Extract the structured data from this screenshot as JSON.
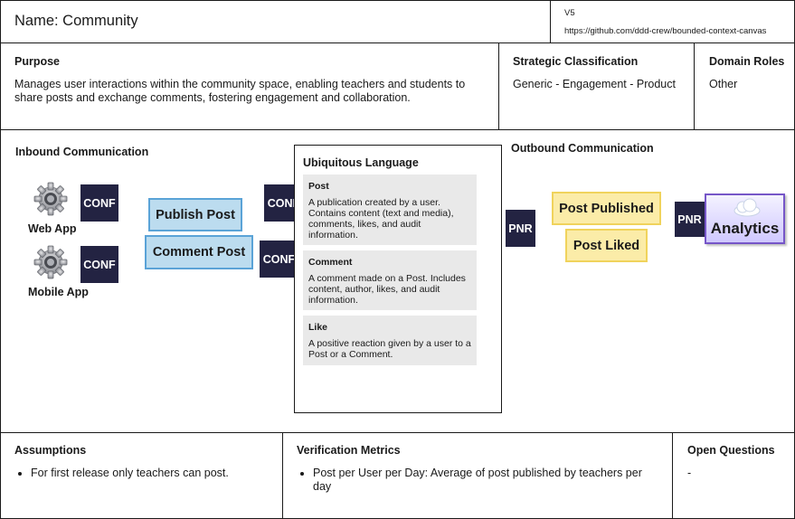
{
  "header": {
    "name": "Name: Community",
    "version": "V5",
    "url": "https://github.com/ddd-crew/bounded-context-canvas"
  },
  "purpose": {
    "title": "Purpose",
    "text": "Manages user interactions within the community space, enabling teachers and students to share posts and exchange comments, fostering engagement and collaboration."
  },
  "strategic": {
    "title": "Strategic Classification",
    "text": "Generic - Engagement - Product"
  },
  "domain_roles": {
    "title": "Domain Roles",
    "text": "Other"
  },
  "inbound": {
    "title": "Inbound Communication",
    "collaborators": [
      {
        "label": "Web App",
        "icon": "gear-icon",
        "badge": "CONF"
      },
      {
        "label": "Mobile App",
        "icon": "gear-icon",
        "badge": "CONF"
      }
    ],
    "commands": [
      {
        "label": "Publish Post",
        "badge": "CONF"
      },
      {
        "label": "Comment Post",
        "badge": "CONF"
      }
    ]
  },
  "ubiquitous": {
    "title": "Ubiquitous Language",
    "terms": [
      {
        "name": "Post",
        "desc": "A publication created by a user. Contains content (text and media), comments, likes, and audit information."
      },
      {
        "name": "Comment",
        "desc": "A comment made on a Post. Includes content, author, likes, and audit information."
      },
      {
        "name": "Like",
        "desc": "A positive reaction given by a user to a Post or a Comment."
      }
    ]
  },
  "outbound": {
    "title": "Outbound Communication",
    "badge_left": "PNR",
    "events": [
      {
        "label": "Post Published"
      },
      {
        "label": "Post Liked"
      }
    ],
    "badge_right": "PNR",
    "target": {
      "label": "Analytics",
      "icon": "cloud-icon"
    }
  },
  "assumptions": {
    "title": "Assumptions",
    "items": [
      "For first release only teachers can post."
    ]
  },
  "metrics": {
    "title": "Verification Metrics",
    "items": [
      "Post per User per Day: Average of post published by teachers per day"
    ]
  },
  "questions": {
    "title": "Open Questions",
    "text": "-"
  }
}
